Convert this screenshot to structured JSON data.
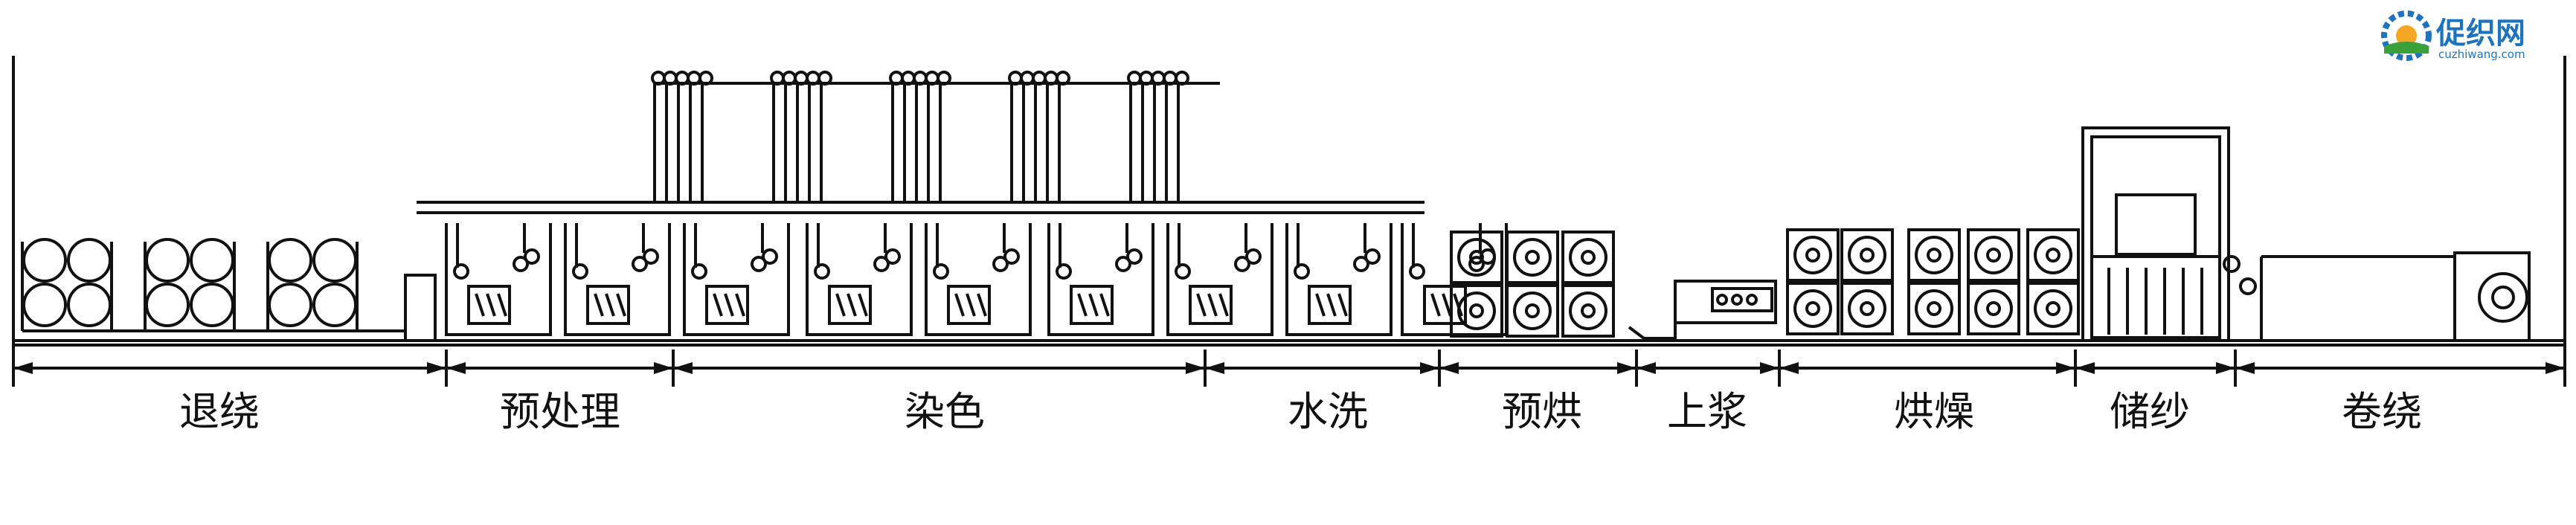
{
  "stages": [
    {
      "id": "unwinding",
      "label": "退绕"
    },
    {
      "id": "pretreatment",
      "label": "预处理"
    },
    {
      "id": "dyeing",
      "label": "染色"
    },
    {
      "id": "washing",
      "label": "水洗"
    },
    {
      "id": "predrying",
      "label": "预烘"
    },
    {
      "id": "sizing",
      "label": "上浆"
    },
    {
      "id": "drying",
      "label": "烘燥"
    },
    {
      "id": "yarn-storage",
      "label": "储纱"
    },
    {
      "id": "winding",
      "label": "卷绕"
    }
  ],
  "logo": {
    "name": "促织网",
    "url_text": "cuzhiwang.com",
    "colors": {
      "gear": "#1e73be",
      "name": "#1e73be",
      "sun": "#f5a623",
      "field": "#3aa13a"
    }
  },
  "line_color": "#111111"
}
